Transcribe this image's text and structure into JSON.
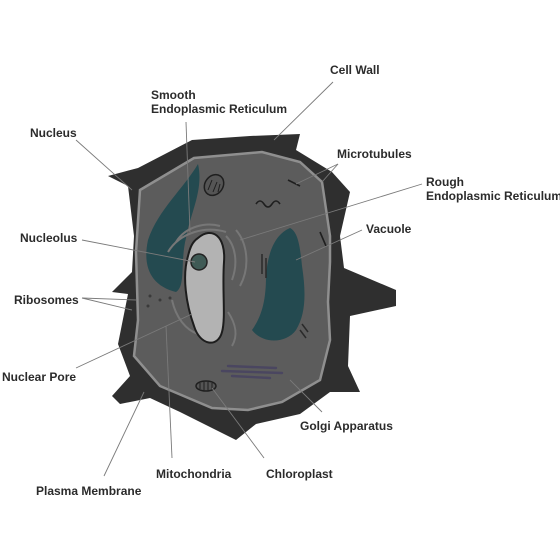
{
  "labels": {
    "cell_wall": "Cell Wall",
    "smooth_er_line1": "Smooth",
    "smooth_er_line2": "Endoplasmic Reticulum",
    "nucleus": "Nucleus",
    "microtubules": "Microtubules",
    "rough_er_line1": "Rough",
    "rough_er_line2": "Endoplasmic Reticulum",
    "vacuole": "Vacuole",
    "nucleolus": "Nucleolus",
    "ribosomes": "Ribosomes",
    "nuclear_pore": "Nuclear Pore",
    "golgi_apparatus": "Golgi Apparatus",
    "mitochondria": "Mitochondria",
    "chloroplast": "Chloroplast",
    "plasma_membrane": "Plasma Membrane"
  },
  "colors": {
    "cell_wall": "#2f2f2f",
    "plasma_membrane": "#8f8f8f",
    "cytoplasm": "#5c5c5c",
    "vacuole": "#244a50",
    "nucleus": "#b3b3b3",
    "nucleolus": "#3f5a55",
    "golgi": "#4a4660",
    "label_text": "#2b2b2b",
    "leader_line": "#7a7a7a"
  }
}
